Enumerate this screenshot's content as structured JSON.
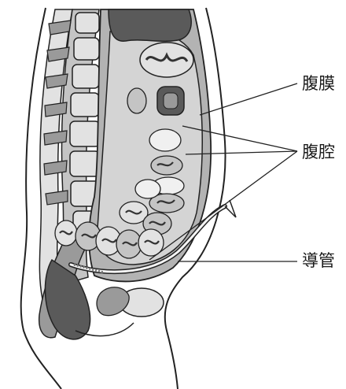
{
  "labels": {
    "peritoneum": "腹膜",
    "peritoneal_cavity": "腹腔",
    "catheter": "導管"
  },
  "colors": {
    "outline": "#222222",
    "organ_dark": "#5a5a5a",
    "organ_mid": "#9a9a9a",
    "organ_light": "#c4c4c4",
    "organ_pale": "#e2e2e2",
    "background": "#ffffff"
  }
}
